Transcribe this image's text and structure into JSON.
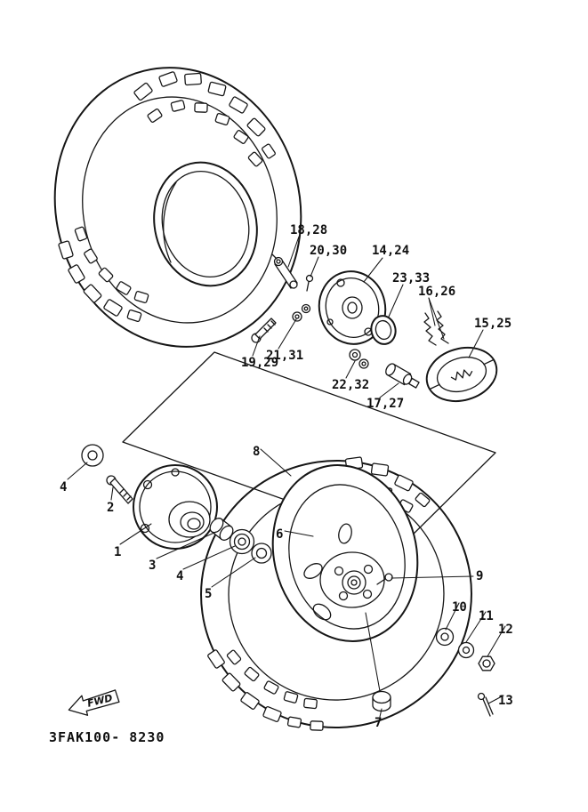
{
  "page": {
    "colors": {
      "background": "#ffffff",
      "line": "#161616"
    }
  },
  "footer": {
    "part_code": "3FAK100- 8230"
  },
  "fwd_arrow": {
    "label": "FWD"
  },
  "callouts": [
    {
      "label": "18,28"
    },
    {
      "label": "20,30"
    },
    {
      "label": "14,24"
    },
    {
      "label": "23,33"
    },
    {
      "label": "16,26"
    },
    {
      "label": "15,25"
    },
    {
      "label": "19,29"
    },
    {
      "label": "21,31"
    },
    {
      "label": "22,32"
    },
    {
      "label": "17,27"
    },
    {
      "label": "4"
    },
    {
      "label": "2"
    },
    {
      "label": "1"
    },
    {
      "label": "3"
    },
    {
      "label": "4"
    },
    {
      "label": "5"
    },
    {
      "label": "8"
    },
    {
      "label": "6"
    },
    {
      "label": "9"
    },
    {
      "label": "10"
    },
    {
      "label": "11"
    },
    {
      "label": "12"
    },
    {
      "label": "13"
    },
    {
      "label": "7"
    }
  ]
}
